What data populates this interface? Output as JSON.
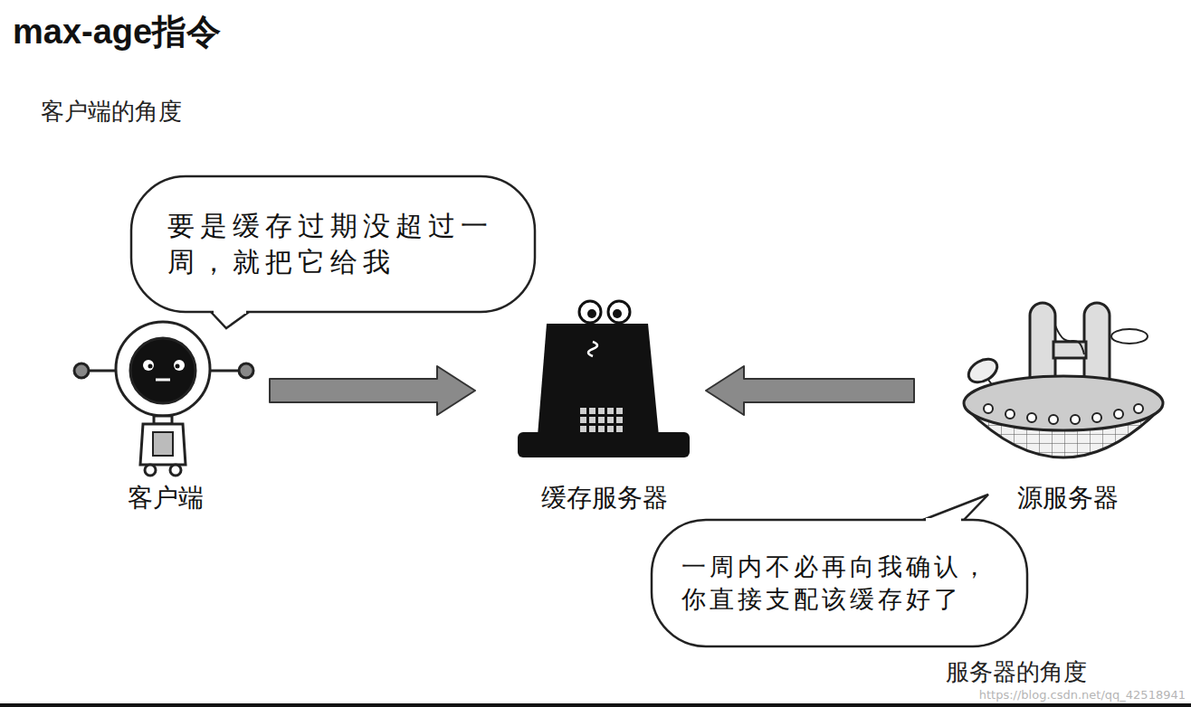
{
  "diagram": {
    "title": "max-age指令",
    "nodes": [
      {
        "text": [
          "要是缓存过期没超过一周，就把它给我"
        ]
      },
      {
        "text": [
          "客户端"
        ]
      },
      {
        "text": [
          "缓存服务器"
        ]
      },
      {
        "text": [
          "源服务器"
        ]
      },
      {
        "text": [
          "一周内不必再向我确认，你直接支配该缓存好了"
        ]
      }
    ],
    "edges": [
      {
        "from": 1,
        "to": 2,
        "arrow": "to"
      },
      {
        "from": 3,
        "to": 2,
        "arrow": "to"
      }
    ],
    "labels": [
      "客户端的角度",
      "服务器的角度",
      "https://blog.csdn.net/qq_42518941"
    ]
  }
}
